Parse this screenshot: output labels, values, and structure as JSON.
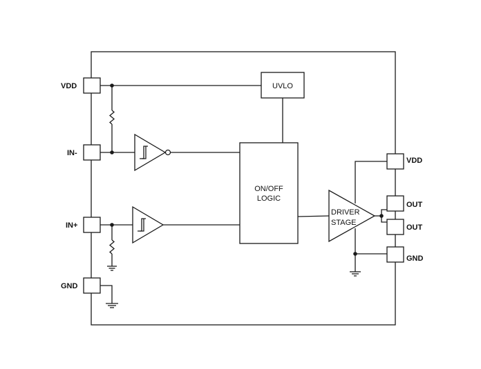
{
  "pins": {
    "left": {
      "vdd": "VDD",
      "in_minus": "IN-",
      "in_plus": "IN+",
      "gnd": "GND"
    },
    "right": {
      "vdd": "VDD",
      "out1": "OUT",
      "out2": "OUT",
      "gnd": "GND"
    }
  },
  "blocks": {
    "uvlo": "UVLO",
    "logic_line1": "ON/OFF",
    "logic_line2": "LOGIC",
    "driver_line1": "DRIVER",
    "driver_line2": "STAGE"
  }
}
